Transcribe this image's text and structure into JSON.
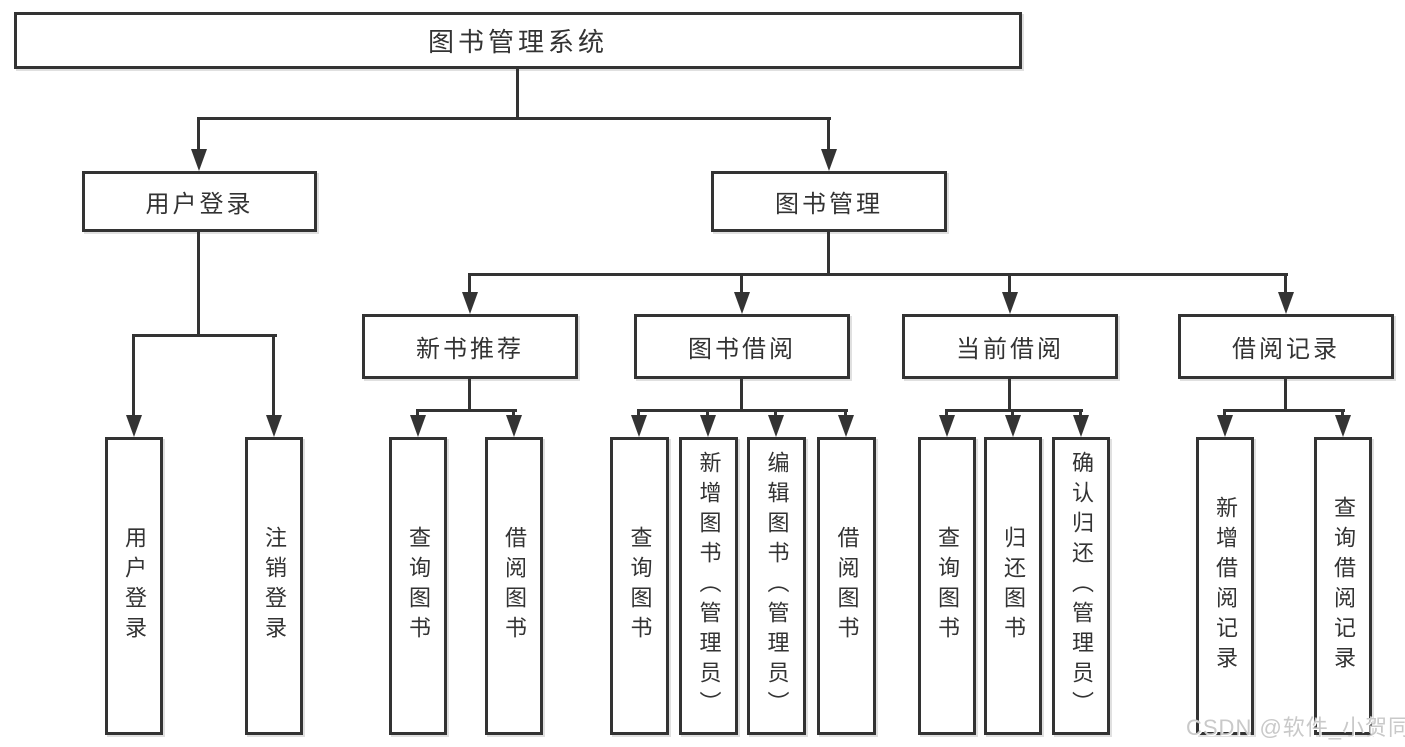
{
  "diagram": {
    "root": {
      "label": "图书管理系统"
    },
    "login": {
      "label": "用户登录",
      "children": [
        {
          "label": "用户登录"
        },
        {
          "label": "注销登录"
        }
      ]
    },
    "management": {
      "label": "图书管理",
      "sections": [
        {
          "label": "新书推荐",
          "children": [
            {
              "label": "查询图书"
            },
            {
              "label": "借阅图书"
            }
          ]
        },
        {
          "label": "图书借阅",
          "children": [
            {
              "label": "查询图书"
            },
            {
              "label": "新增图书（管理员）"
            },
            {
              "label": "编辑图书（管理员）"
            },
            {
              "label": "借阅图书"
            }
          ]
        },
        {
          "label": "当前借阅",
          "children": [
            {
              "label": "查询图书"
            },
            {
              "label": "归还图书"
            },
            {
              "label": "确认归还（管理员）"
            }
          ]
        },
        {
          "label": "借阅记录",
          "children": [
            {
              "label": "新增借阅记录"
            },
            {
              "label": "查询借阅记录"
            }
          ]
        }
      ]
    },
    "watermark": "CSDN @软件_小贺同学",
    "colors": {
      "line": "#333333",
      "box_border": "#333333",
      "text": "#333333",
      "background": "#ffffff",
      "watermark_text": "#c9c9c9"
    }
  }
}
